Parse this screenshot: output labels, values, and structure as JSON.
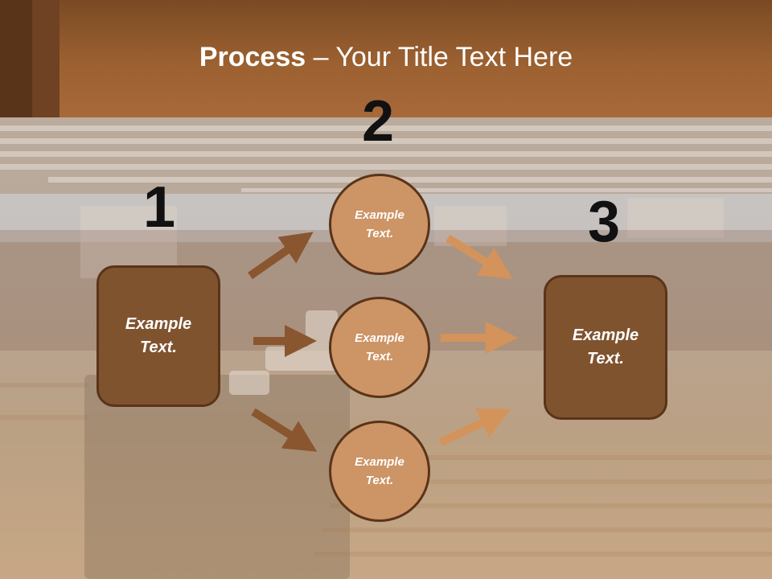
{
  "slide": {
    "title_bold": "Process",
    "title_rest": " – Your Title Text Here"
  },
  "steps": {
    "one": {
      "number": "1",
      "text": "Example\nText."
    },
    "two": {
      "number": "2"
    },
    "three": {
      "number": "3",
      "text": "Example\nText."
    }
  },
  "circles": [
    {
      "text": "Example\nText."
    },
    {
      "text": "Example\nText."
    },
    {
      "text": "Example\nText."
    }
  ],
  "colors": {
    "header": "#9c6131",
    "box_fill": "#80532f",
    "box_border": "#5a3419",
    "circle_fill": "#cd9465",
    "arrow_dark": "#8a5630",
    "arrow_light": "#d4935a"
  }
}
